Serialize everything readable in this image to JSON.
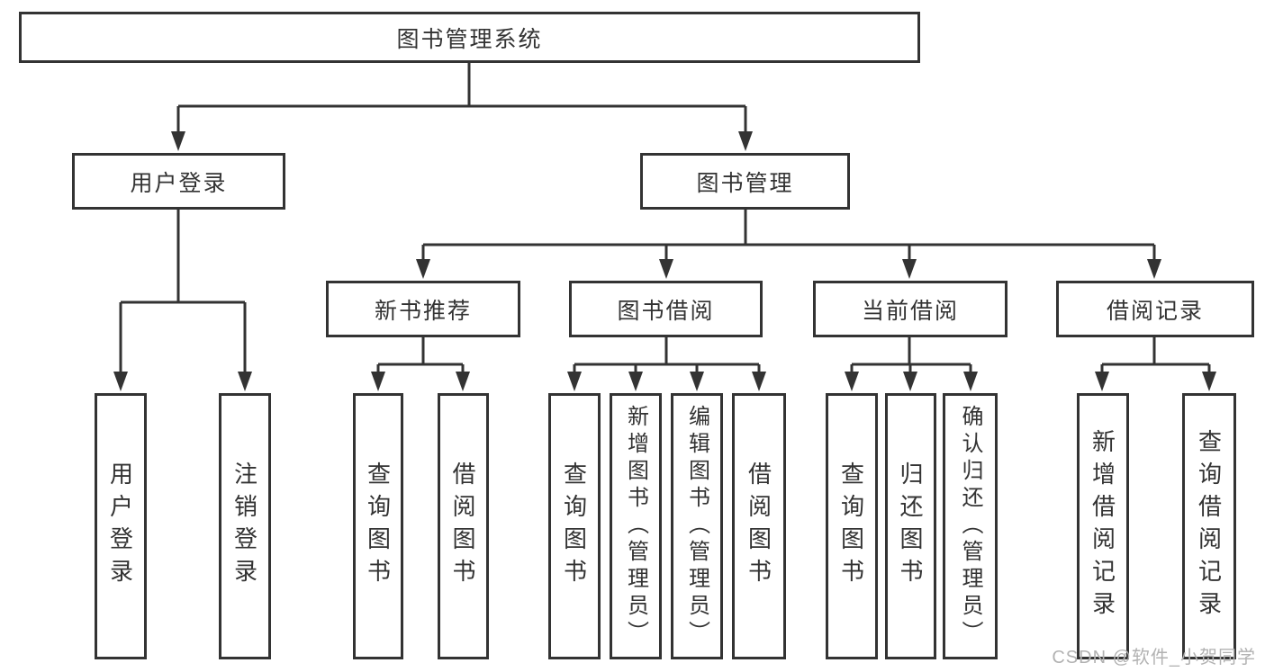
{
  "tree": {
    "label": "图书管理系统",
    "children": [
      {
        "label": "用户登录",
        "children": [
          {
            "label": "用户登录"
          },
          {
            "label": "注销登录"
          }
        ]
      },
      {
        "label": "图书管理",
        "children": [
          {
            "label": "新书推荐",
            "children": [
              {
                "label": "查询图书"
              },
              {
                "label": "借阅图书"
              }
            ]
          },
          {
            "label": "图书借阅",
            "children": [
              {
                "label": "查询图书"
              },
              {
                "label": "新增图书（管理员）"
              },
              {
                "label": "编辑图书（管理员）"
              },
              {
                "label": "借阅图书"
              }
            ]
          },
          {
            "label": "当前借阅",
            "children": [
              {
                "label": "查询图书"
              },
              {
                "label": "归还图书"
              },
              {
                "label": "确认归还（管理员）"
              }
            ]
          },
          {
            "label": "借阅记录",
            "children": [
              {
                "label": "新增借阅记录"
              },
              {
                "label": "查询借阅记录"
              }
            ]
          }
        ]
      }
    ]
  },
  "watermark": {
    "text": "CSDN @软件_小贺同学"
  },
  "colors": {
    "line": "#333333",
    "box_border": "#333333",
    "text": "#333333",
    "box_background": "#ffffff",
    "background": "#ffffff",
    "watermark": "#b2b2b2"
  }
}
